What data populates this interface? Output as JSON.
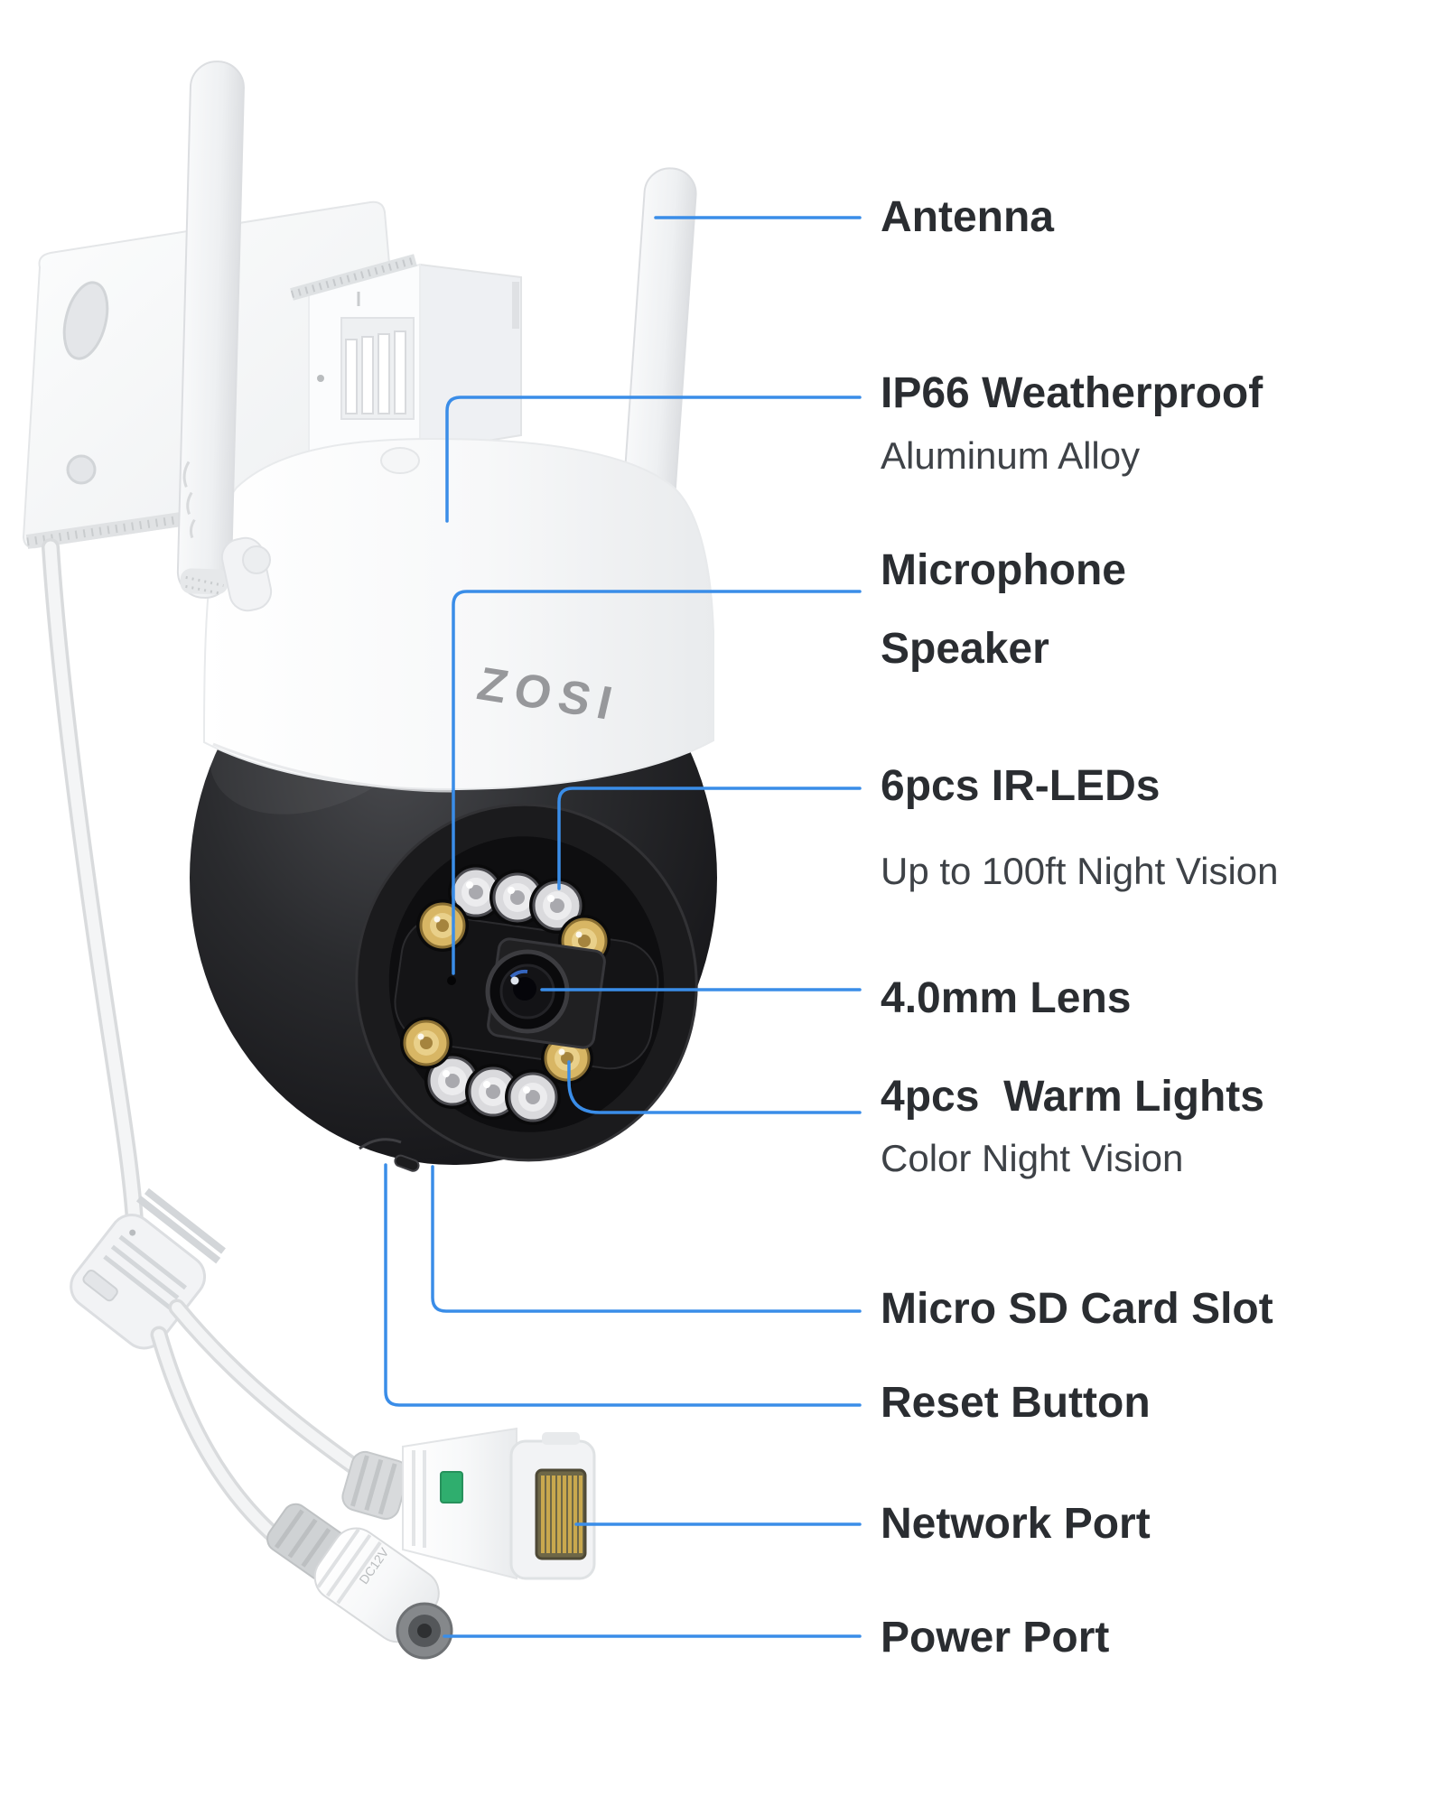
{
  "product": {
    "logo": "ZOSI"
  },
  "callouts": {
    "antenna": {
      "label": "Antenna"
    },
    "ip66": {
      "label": "IP66 Weatherproof",
      "sub": "Aluminum Alloy"
    },
    "mic": {
      "label": "Microphone"
    },
    "speaker": {
      "label": "Speaker"
    },
    "ir": {
      "label": "6pcs IR-LEDs",
      "sub": "Up to 100ft Night Vision"
    },
    "lens": {
      "label": "4.0mm Lens"
    },
    "warm": {
      "label": "4pcs  Warm Lights",
      "sub": "Color Night Vision"
    },
    "sd": {
      "label": "Micro SD Card Slot"
    },
    "reset": {
      "label": "Reset Button"
    },
    "network": {
      "label": "Network Port"
    },
    "power": {
      "label": "Power Port"
    }
  },
  "colors": {
    "callout_line": "#3a8de8",
    "label_text": "#2a2d31",
    "sub_text": "#3e4247",
    "logo_gray": "#97989b",
    "indicator_green": "#2fae6e",
    "warm_led": "#d8b664",
    "ir_led": "#dadadd",
    "dome_black": "#1a1a1d"
  }
}
